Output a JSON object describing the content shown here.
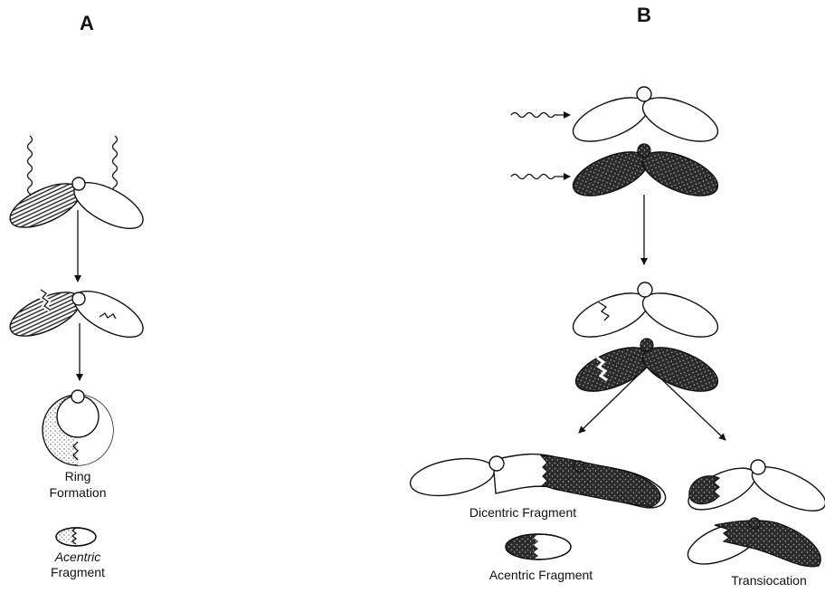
{
  "panels": {
    "a": {
      "label": "A",
      "ring_caption": [
        "Ring",
        "Formation"
      ],
      "fragment_caption": [
        "Acentric",
        "Fragment"
      ]
    },
    "b": {
      "label": "B",
      "dicentric_caption": "Dicentric Fragment",
      "acentric_caption": "Acentric Fragment",
      "translocation_caption": "Transiocation"
    }
  },
  "colors": {
    "ink": "#111111",
    "background": "#ffffff"
  }
}
